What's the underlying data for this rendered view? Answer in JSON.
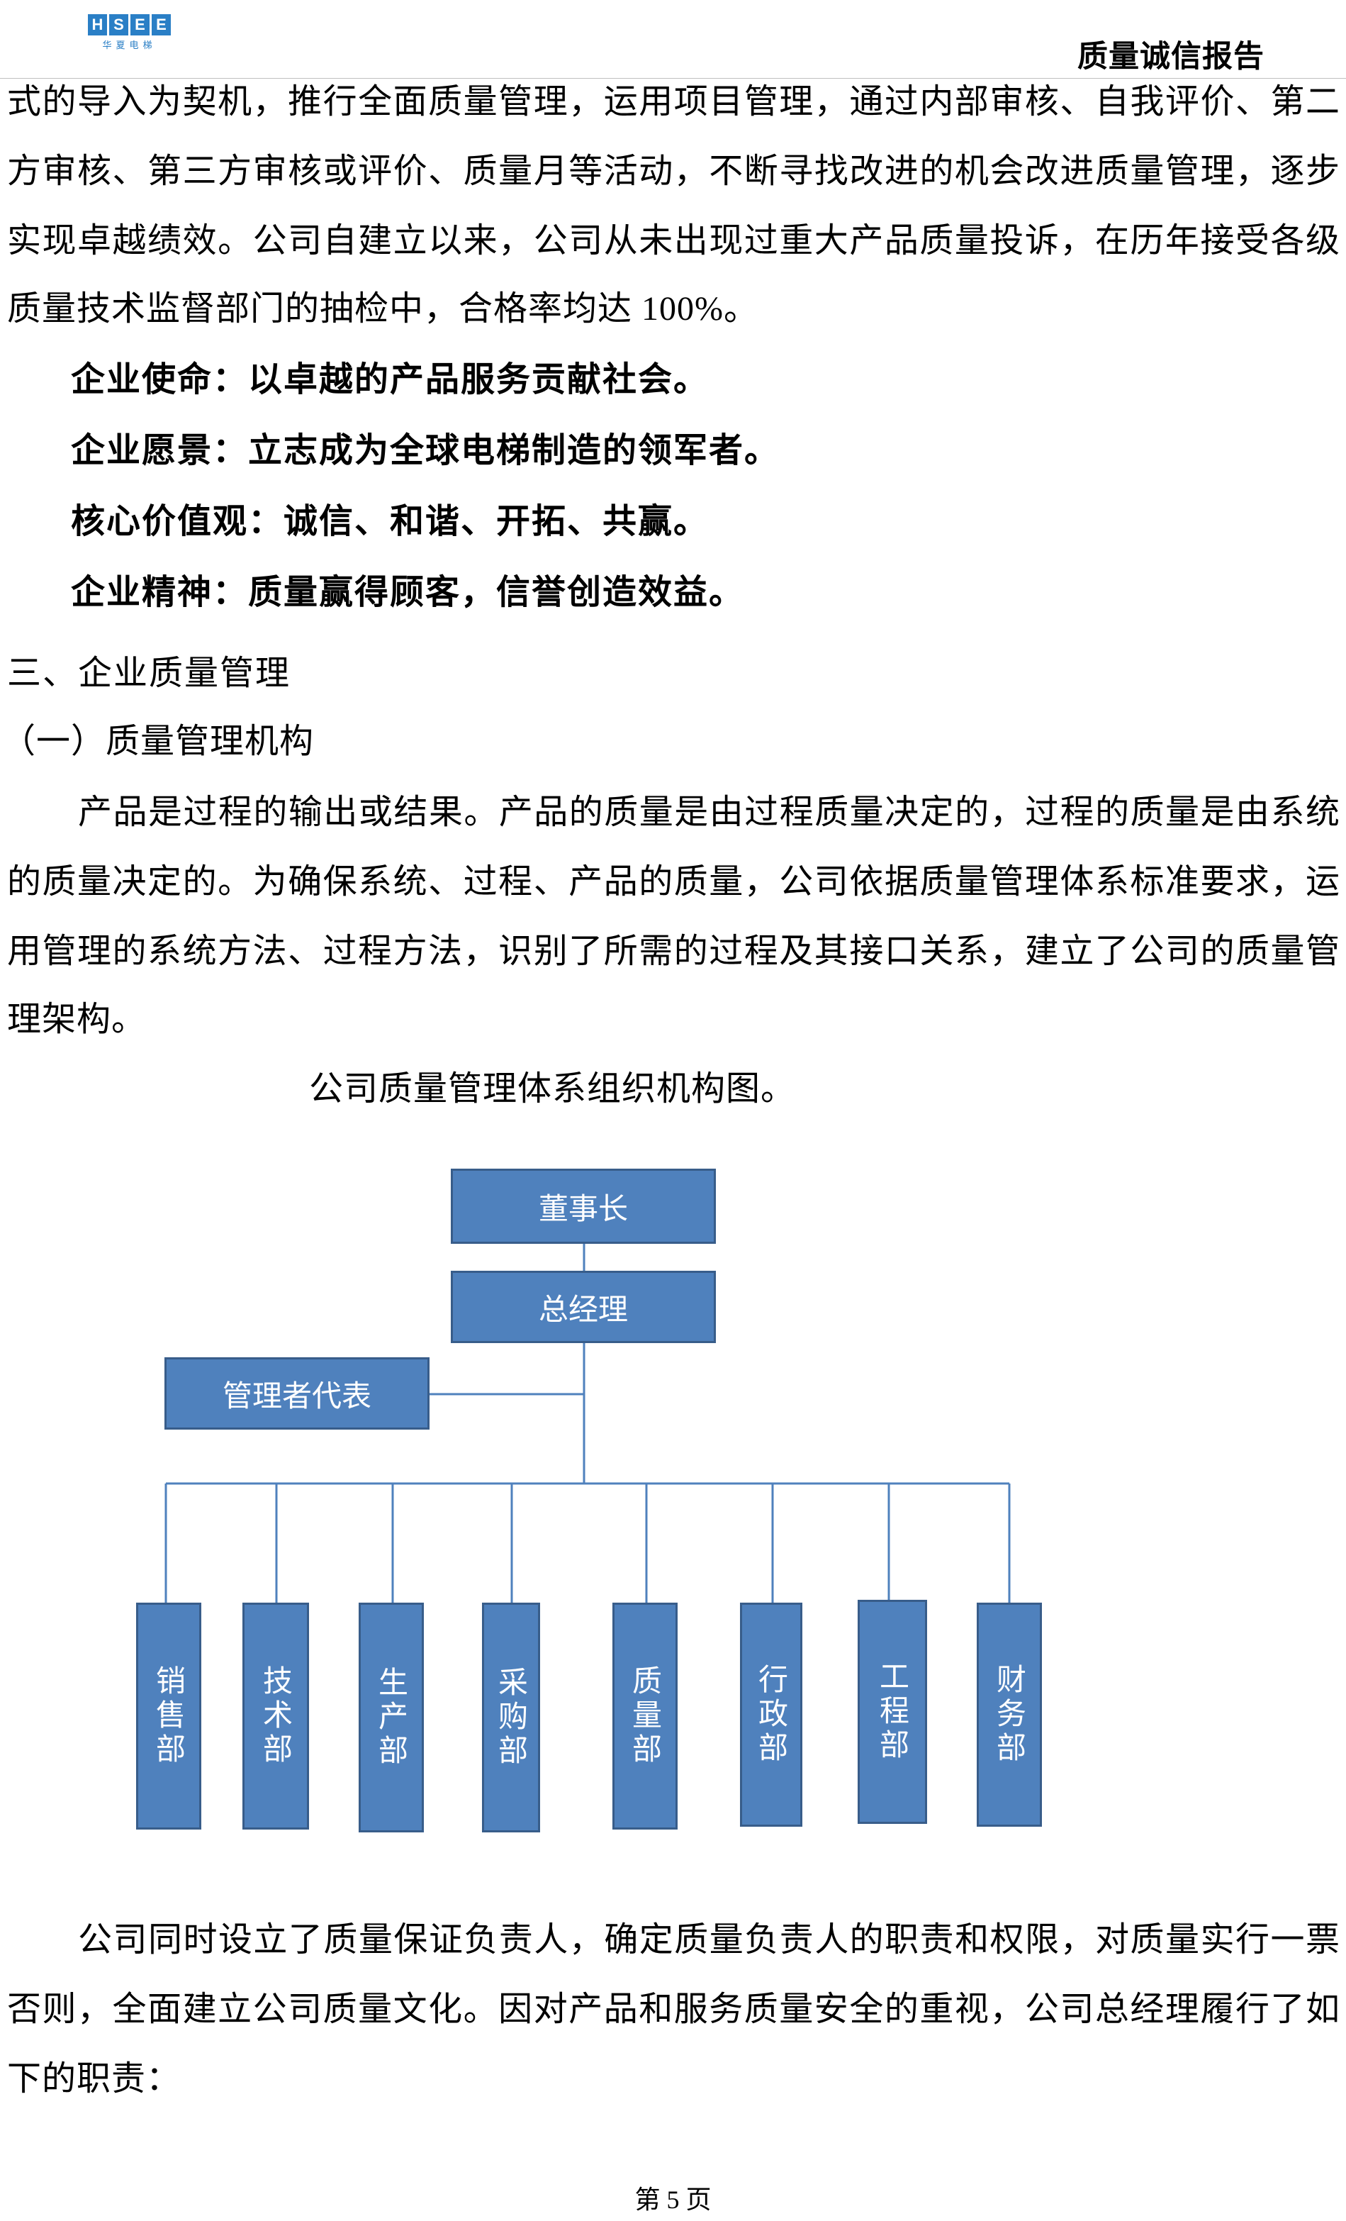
{
  "header": {
    "logo_letters": [
      "H",
      "S",
      "E",
      "E"
    ],
    "logo_subtext": "华夏电梯",
    "title": "质量诚信报告"
  },
  "body": {
    "para1_lines": [
      "式的导入为契机，推行全面质量管理，运用项目管理，通过内部审核、自我评价、第二",
      "方审核、第三方审核或评价、质量月等活动，不断寻找改进的机会改进质量管理，逐步",
      "实现卓越绩效。公司自建立以来，公司从未出现过重大产品质量投诉，在历年接受各级",
      "质量技术监督部门的抽检中，合格率均达 100%。"
    ],
    "values": [
      "企业使命：以卓越的产品服务贡献社会。",
      "企业愿景：立志成为全球电梯制造的领军者。",
      "核心价值观：诚信、和谐、开拓、共赢。",
      "企业精神：质量赢得顾客，信誉创造效益。"
    ],
    "section_heading": "三、企业质量管理",
    "subsection_heading": "（一）质量管理机构",
    "para2_lines": [
      "产品是过程的输出或结果。产品的质量是由过程质量决定的，过程的质量是由系统",
      "的质量决定的。为确保系统、过程、产品的质量，公司依据质量管理体系标准要求，运",
      "用管理的系统方法、过程方法，识别了所需的过程及其接口关系，建立了公司的质量管",
      "理架构。"
    ],
    "chart_caption": "公司质量管理体系组织机构图。",
    "para3_lines": [
      "公司同时设立了质量保证负责人，确定质量负责人的职责和权限，对质量实行一票",
      "否则，全面建立公司质量文化。因对产品和服务质量安全的重视，公司总经理履行了如",
      "下的职责："
    ]
  },
  "org_chart": {
    "chairman": "董事长",
    "general_manager": "总经理",
    "management_representative": "管理者代表",
    "departments": [
      "销售部",
      "技术部",
      "生产部",
      "采购部",
      "质量部",
      "行政部",
      "工程部",
      "财务部"
    ]
  },
  "colors": {
    "box_fill": "#4f81bd",
    "box_border": "#385d8a",
    "connector": "#4f81bd",
    "logo_blue": "#2a7fc6"
  },
  "footer": {
    "page_label": "第 5 页"
  }
}
